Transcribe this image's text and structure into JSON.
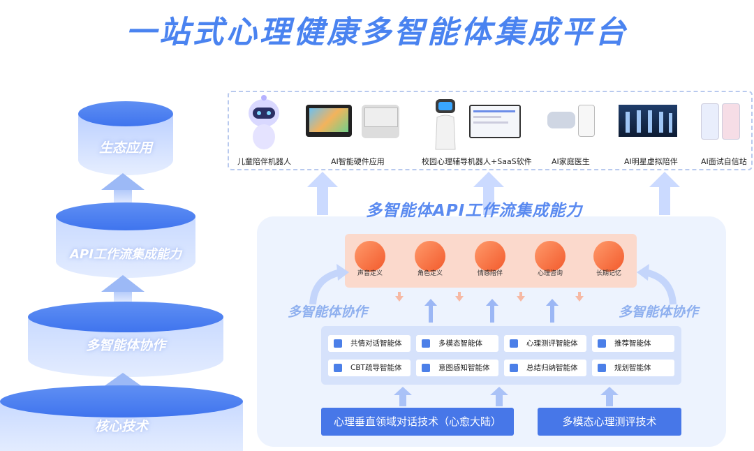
{
  "title": "一站式心理健康多智能体集成平台",
  "pyramid": [
    {
      "label": "生态应用"
    },
    {
      "label": "API工作流集成能力"
    },
    {
      "label": "多智能体协作"
    },
    {
      "label": "核心技术"
    }
  ],
  "apps": [
    {
      "label": "儿童陪伴机器人"
    },
    {
      "label": "AI智能硬件应用"
    },
    {
      "label": "校园心理辅导机器人+SaaS软件"
    },
    {
      "label": "AI家庭医生"
    },
    {
      "label": "AI明星虚拟陪伴"
    },
    {
      "label": "AI面试自信站"
    }
  ],
  "api_title": "多智能体API工作流集成能力",
  "capabilities": [
    {
      "label": "声音定义"
    },
    {
      "label": "角色定义"
    },
    {
      "label": "情感陪伴"
    },
    {
      "label": "心理咨询"
    },
    {
      "label": "长期记忆"
    }
  ],
  "collab_left": "多智能体协作",
  "collab_right": "多智能体协作",
  "agents": [
    {
      "label": "共情对话智能体"
    },
    {
      "label": "多模态智能体"
    },
    {
      "label": "心理测评智能体"
    },
    {
      "label": "推荐智能体"
    },
    {
      "label": "CBT疏导智能体"
    },
    {
      "label": "意图感知智能体"
    },
    {
      "label": "总结归纳智能体"
    },
    {
      "label": "规划智能体"
    }
  ],
  "tech": [
    {
      "label": "心理垂直领域对话技术（心愈大陆）"
    },
    {
      "label": "多模态心理测评技术"
    }
  ],
  "colors": {
    "primary": "#4a83f0",
    "accent": "#f25a2c",
    "panel": "#edf3fe"
  }
}
